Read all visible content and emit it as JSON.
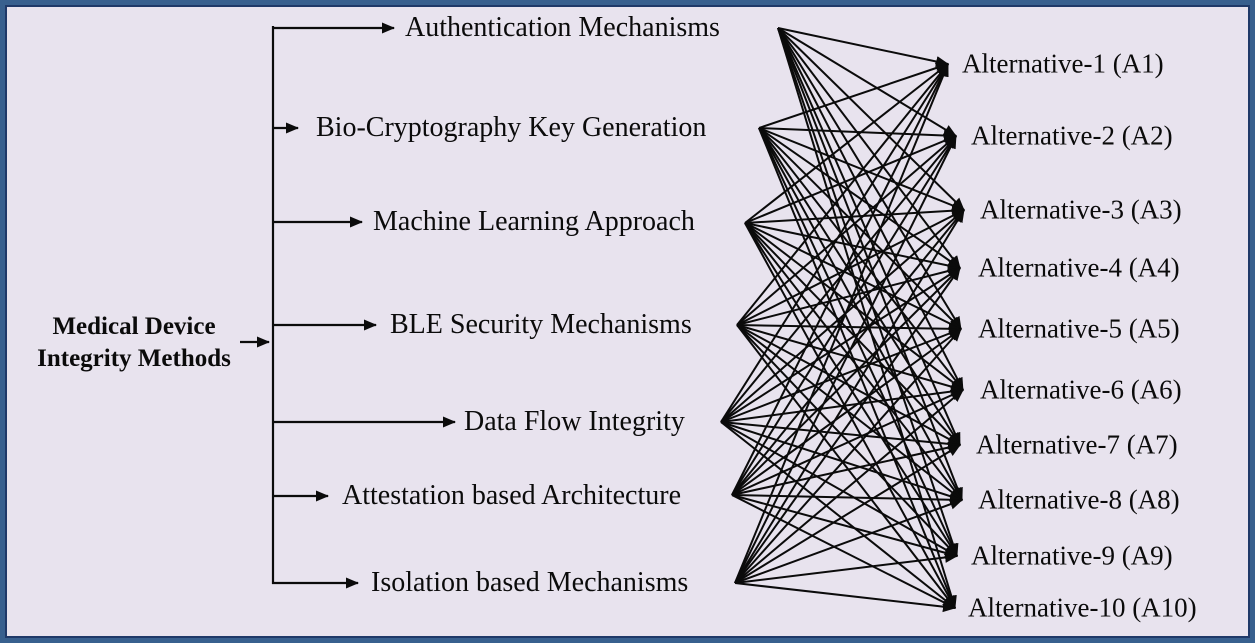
{
  "diagram": {
    "title_implicit": "Medical device integrity methods mapped to alternatives",
    "root": {
      "label_line1": "Medical Device",
      "label_line2": "Integrity Methods"
    },
    "methods": [
      {
        "label": "Authentication Mechanisms"
      },
      {
        "label": "Bio-Cryptography Key Generation"
      },
      {
        "label": "Machine Learning Approach"
      },
      {
        "label": "BLE Security Mechanisms"
      },
      {
        "label": "Data Flow Integrity"
      },
      {
        "label": "Attestation based Architecture"
      },
      {
        "label": "Isolation based Mechanisms"
      }
    ],
    "alternatives": [
      {
        "label": "Alternative-1 (A1)"
      },
      {
        "label": "Alternative-2 (A2)"
      },
      {
        "label": "Alternative-3 (A3)"
      },
      {
        "label": "Alternative-4 (A4)"
      },
      {
        "label": "Alternative-5 (A5)"
      },
      {
        "label": "Alternative-6 (A6)"
      },
      {
        "label": "Alternative-7 (A7)"
      },
      {
        "label": "Alternative-8 (A8)"
      },
      {
        "label": "Alternative-9 (A9)"
      },
      {
        "label": "Alternative-10 (A10)"
      }
    ],
    "connectivity": {
      "type": "complete-bipartite",
      "description": "The root points to all 7 methods; every method has an arrow to every one of the 10 alternatives"
    }
  },
  "colors": {
    "background": "#E8E3EE",
    "frame_outer": "#38608E",
    "frame_inner": "#1F3968",
    "line": "#0B0B0B",
    "text": "#0B0B0B"
  }
}
